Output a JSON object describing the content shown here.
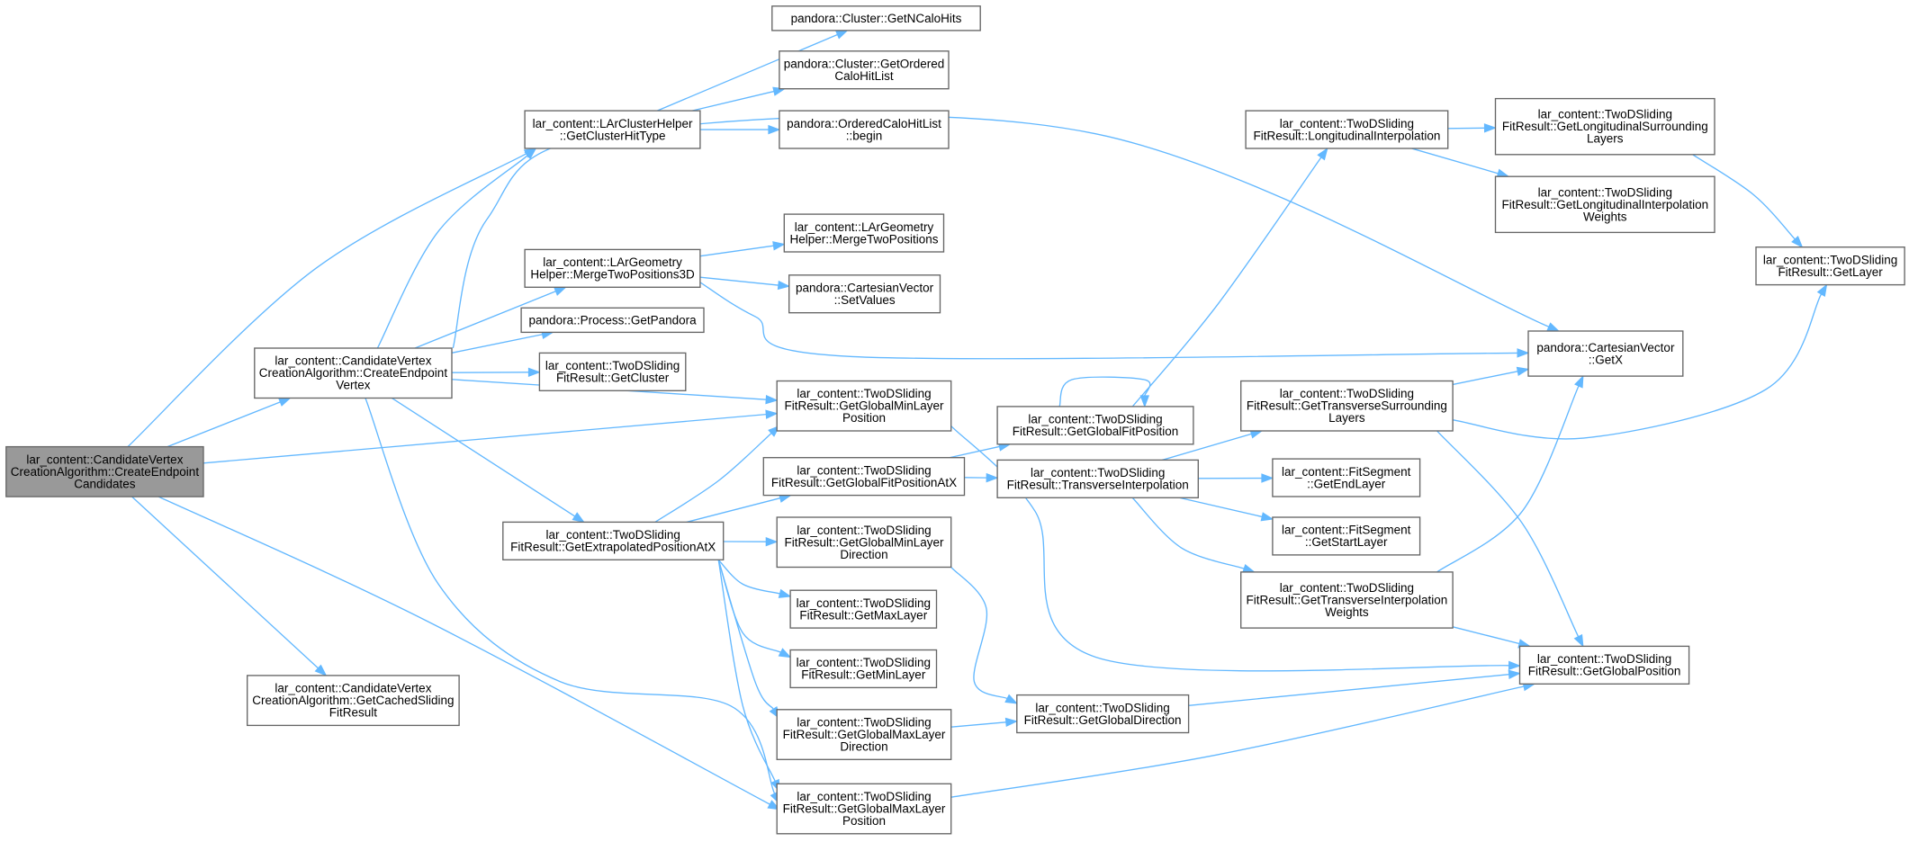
{
  "graph": {
    "nodes": [
      {
        "id": "root",
        "lines": [
          "lar_content::CandidateVertex",
          "CreationAlgorithm::CreateEndpoint",
          "Candidates"
        ]
      },
      {
        "id": "createEndpointVertex",
        "lines": [
          "lar_content::CandidateVertex",
          "CreationAlgorithm::CreateEndpoint",
          "Vertex"
        ]
      },
      {
        "id": "getCachedSlidingFitResult",
        "lines": [
          "lar_content::CandidateVertex",
          "CreationAlgorithm::GetCachedSliding",
          "FitResult"
        ]
      },
      {
        "id": "getClusterHitType",
        "lines": [
          "lar_content::LArClusterHelper",
          "::GetClusterHitType"
        ]
      },
      {
        "id": "getNCaloHits",
        "lines": [
          "pandora::Cluster::GetNCaloHits"
        ]
      },
      {
        "id": "getOrderedCaloHitList",
        "lines": [
          "pandora::Cluster::GetOrdered",
          "CaloHitList"
        ]
      },
      {
        "id": "orderedBegin",
        "lines": [
          "pandora::OrderedCaloHitList",
          "::begin"
        ]
      },
      {
        "id": "mergeTwoPositions3D",
        "lines": [
          "lar_content::LArGeometry",
          "Helper::MergeTwoPositions3D"
        ]
      },
      {
        "id": "mergeTwoPositions",
        "lines": [
          "lar_content::LArGeometry",
          "Helper::MergeTwoPositions"
        ]
      },
      {
        "id": "setValues",
        "lines": [
          "pandora::CartesianVector",
          "::SetValues"
        ]
      },
      {
        "id": "getPandora",
        "lines": [
          "pandora::Process::GetPandora"
        ]
      },
      {
        "id": "getCluster",
        "lines": [
          "lar_content::TwoDSliding",
          "FitResult::GetCluster"
        ]
      },
      {
        "id": "getGlobalMinLayerPosition",
        "lines": [
          "lar_content::TwoDSliding",
          "FitResult::GetGlobalMinLayer",
          "Position"
        ]
      },
      {
        "id": "getExtrapolatedPositionAtX",
        "lines": [
          "lar_content::TwoDSliding",
          "FitResult::GetExtrapolatedPositionAtX"
        ]
      },
      {
        "id": "getGlobalFitPositionAtX",
        "lines": [
          "lar_content::TwoDSliding",
          "FitResult::GetGlobalFitPositionAtX"
        ]
      },
      {
        "id": "getGlobalMinLayerDirection",
        "lines": [
          "lar_content::TwoDSliding",
          "FitResult::GetGlobalMinLayer",
          "Direction"
        ]
      },
      {
        "id": "getMaxLayer",
        "lines": [
          "lar_content::TwoDSliding",
          "FitResult::GetMaxLayer"
        ]
      },
      {
        "id": "getMinLayer",
        "lines": [
          "lar_content::TwoDSliding",
          "FitResult::GetMinLayer"
        ]
      },
      {
        "id": "getGlobalMaxLayerDirection",
        "lines": [
          "lar_content::TwoDSliding",
          "FitResult::GetGlobalMaxLayer",
          "Direction"
        ]
      },
      {
        "id": "getGlobalMaxLayerPosition",
        "lines": [
          "lar_content::TwoDSliding",
          "FitResult::GetGlobalMaxLayer",
          "Position"
        ]
      },
      {
        "id": "getGlobalFitPosition",
        "lines": [
          "lar_content::TwoDSliding",
          "FitResult::GetGlobalFitPosition"
        ]
      },
      {
        "id": "transverseInterpolation",
        "lines": [
          "lar_content::TwoDSliding",
          "FitResult::TransverseInterpolation"
        ]
      },
      {
        "id": "getGlobalDirection",
        "lines": [
          "lar_content::TwoDSliding",
          "FitResult::GetGlobalDirection"
        ]
      },
      {
        "id": "longitudinalInterpolation",
        "lines": [
          "lar_content::TwoDSliding",
          "FitResult::LongitudinalInterpolation"
        ]
      },
      {
        "id": "getTransverseSurroundingLayers",
        "lines": [
          "lar_content::TwoDSliding",
          "FitResult::GetTransverseSurrounding",
          "Layers"
        ]
      },
      {
        "id": "getEndLayer",
        "lines": [
          "lar_content::FitSegment",
          "::GetEndLayer"
        ]
      },
      {
        "id": "getStartLayer",
        "lines": [
          "lar_content::FitSegment",
          "::GetStartLayer"
        ]
      },
      {
        "id": "getTransverseInterpolationWeights",
        "lines": [
          "lar_content::TwoDSliding",
          "FitResult::GetTransverseInterpolation",
          "Weights"
        ]
      },
      {
        "id": "getLongitudinalSurroundingLayers",
        "lines": [
          "lar_content::TwoDSliding",
          "FitResult::GetLongitudinalSurrounding",
          "Layers"
        ]
      },
      {
        "id": "getLongitudinalInterpolationWeights",
        "lines": [
          "lar_content::TwoDSliding",
          "FitResult::GetLongitudinalInterpolation",
          "Weights"
        ]
      },
      {
        "id": "getGetX",
        "lines": [
          "pandora::CartesianVector",
          "::GetX"
        ]
      },
      {
        "id": "getGlobalPosition",
        "lines": [
          "lar_content::TwoDSliding",
          "FitResult::GetGlobalPosition"
        ]
      },
      {
        "id": "getLayer",
        "lines": [
          "lar_content::TwoDSliding",
          "FitResult::GetLayer"
        ]
      }
    ],
    "edges": [
      [
        "root",
        "getClusterHitType"
      ],
      [
        "root",
        "createEndpointVertex"
      ],
      [
        "root",
        "getGlobalMinLayerPosition"
      ],
      [
        "root",
        "getCachedSlidingFitResult"
      ],
      [
        "root",
        "getGlobalMaxLayerPosition"
      ],
      [
        "getClusterHitType",
        "getNCaloHits"
      ],
      [
        "getClusterHitType",
        "getOrderedCaloHitList"
      ],
      [
        "getClusterHitType",
        "orderedBegin"
      ],
      [
        "createEndpointVertex",
        "getClusterHitType"
      ],
      [
        "createEndpointVertex",
        "getGetX"
      ],
      [
        "createEndpointVertex",
        "mergeTwoPositions3D"
      ],
      [
        "createEndpointVertex",
        "getPandora"
      ],
      [
        "createEndpointVertex",
        "getCluster"
      ],
      [
        "createEndpointVertex",
        "getGlobalMinLayerPosition"
      ],
      [
        "createEndpointVertex",
        "getExtrapolatedPositionAtX"
      ],
      [
        "createEndpointVertex",
        "getGlobalMaxLayerPosition"
      ],
      [
        "mergeTwoPositions3D",
        "mergeTwoPositions"
      ],
      [
        "mergeTwoPositions3D",
        "setValues"
      ],
      [
        "mergeTwoPositions3D",
        "getGetX"
      ],
      [
        "getExtrapolatedPositionAtX",
        "getGlobalMinLayerPosition"
      ],
      [
        "getExtrapolatedPositionAtX",
        "getGlobalFitPositionAtX"
      ],
      [
        "getExtrapolatedPositionAtX",
        "getGlobalMinLayerDirection"
      ],
      [
        "getExtrapolatedPositionAtX",
        "getMaxLayer"
      ],
      [
        "getExtrapolatedPositionAtX",
        "getMinLayer"
      ],
      [
        "getExtrapolatedPositionAtX",
        "getGlobalMaxLayerDirection"
      ],
      [
        "getExtrapolatedPositionAtX",
        "getGlobalMaxLayerPosition"
      ],
      [
        "getGlobalMinLayerPosition",
        "getGlobalPosition"
      ],
      [
        "getGlobalFitPositionAtX",
        "getGlobalFitPosition"
      ],
      [
        "getGlobalFitPositionAtX",
        "transverseInterpolation"
      ],
      [
        "getGlobalMinLayerDirection",
        "getGlobalDirection"
      ],
      [
        "getGlobalMaxLayerDirection",
        "getGlobalDirection"
      ],
      [
        "getGlobalMaxLayerPosition",
        "getGlobalPosition"
      ],
      [
        "getGlobalFitPosition",
        "getGlobalFitPosition"
      ],
      [
        "getGlobalFitPosition",
        "longitudinalInterpolation"
      ],
      [
        "transverseInterpolation",
        "getTransverseSurroundingLayers"
      ],
      [
        "transverseInterpolation",
        "getEndLayer"
      ],
      [
        "transverseInterpolation",
        "getStartLayer"
      ],
      [
        "transverseInterpolation",
        "getTransverseInterpolationWeights"
      ],
      [
        "getGlobalDirection",
        "getGlobalPosition"
      ],
      [
        "longitudinalInterpolation",
        "getLongitudinalSurroundingLayers"
      ],
      [
        "longitudinalInterpolation",
        "getLongitudinalInterpolationWeights"
      ],
      [
        "getTransverseSurroundingLayers",
        "getGetX"
      ],
      [
        "getTransverseSurroundingLayers",
        "getLayer"
      ],
      [
        "getTransverseSurroundingLayers",
        "getGlobalPosition"
      ],
      [
        "getTransverseInterpolationWeights",
        "getGetX"
      ],
      [
        "getTransverseInterpolationWeights",
        "getGlobalPosition"
      ],
      [
        "getLongitudinalSurroundingLayers",
        "getLayer"
      ]
    ]
  }
}
